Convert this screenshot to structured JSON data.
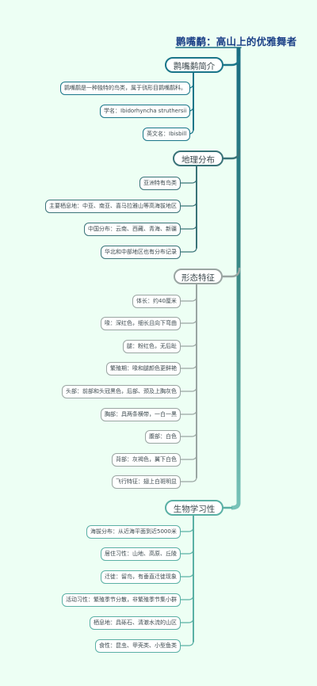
{
  "title": "鹮嘴鹬：高山上的优雅舞者",
  "colors": {
    "background": "#edfff4",
    "trunk_top": "#1a6d82",
    "trunk_bottom": "#78c3b8",
    "branch_1": "#1a7689",
    "branch_2": "#3a7378",
    "branch_3": "#9aa5a2",
    "branch_4": "#5ab0a4",
    "title": "#1a3f86"
  },
  "branches": [
    {
      "label": "鹮嘴鹬简介",
      "items": [
        "鹮嘴鹬是一种独特的鸟类，属于鸻形目鹮嘴鹬科。",
        "学名：Ibidorhyncha struthersii",
        "英文名：Ibisbill"
      ]
    },
    {
      "label": "地理分布",
      "items": [
        "亚洲特有鸟类",
        "主要栖息地：中亚、南亚、喜马拉雅山等高海拔地区",
        "中国分布：云南、西藏、青海、新疆",
        "华北和中部地区也有分布记录"
      ]
    },
    {
      "label": "形态特征",
      "items": [
        "体长：约40厘米",
        "喙：深红色，细长且向下弯曲",
        "腿：粉红色，无后趾",
        "繁殖期：喙和腿颜色更鲜艳",
        "头部：前部和头冠黑色，后部、颈及上胸灰色",
        "胸部：具两条横带，一白一黑",
        "腹部：白色",
        "背部：灰褐色，翼下白色",
        "飞行特征：翅上白斑明显"
      ]
    },
    {
      "label": "生物学习性",
      "items": [
        "海拔分布：从近海平面到近5000米",
        "居住习性：山地、高原、丘陵",
        "迁徙：留鸟，有垂直迁徙现象",
        "活动习性：繁殖季节分散，非繁殖季节集小群",
        "栖息地：具砾石、清澈水流的山区",
        "食性：昆虫、甲壳类、小型鱼类"
      ]
    }
  ]
}
